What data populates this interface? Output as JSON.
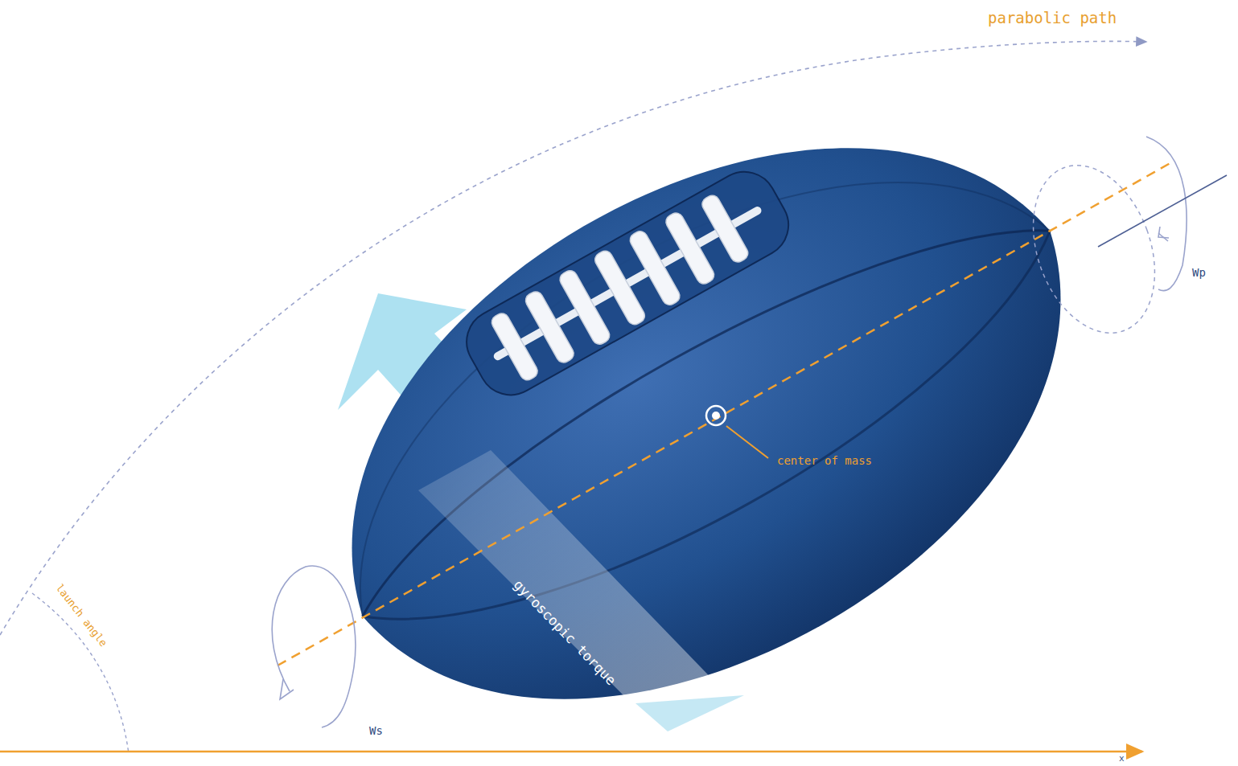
{
  "diagram": {
    "labels": [
      "parabolic path",
      "Wp",
      "center of mass",
      "launch angle",
      "gyroscopic torque",
      "Ws",
      "x"
    ]
  }
}
